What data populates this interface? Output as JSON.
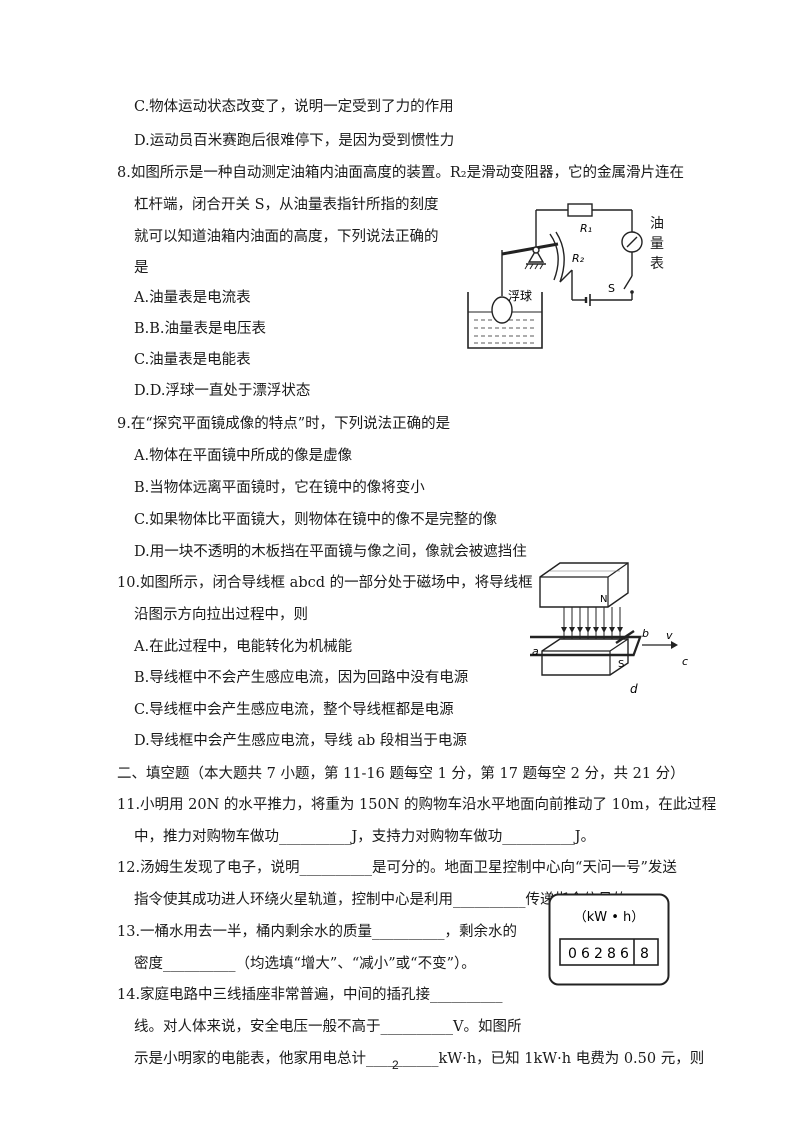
{
  "q7": {
    "c": "C.物体运动状态改变了，说明一定受到了力的作用",
    "d": "D.运动员百米赛跑后很难停下，是因为受到惯性力"
  },
  "q8": {
    "stem1": "8.如图所示是一种自动测定油箱内油面高度的装置。R₂是滑动变阻器，它的金属滑片连在",
    "stem2": "杠杆端，闭合开关 S，从油量表指针所指的刻度",
    "stem3": "就可以知道油箱内油面的高度，下列说法正确的",
    "stem4": "是",
    "a": "A.油量表是电流表",
    "b": "B.B.油量表是电压表",
    "c": "C.油量表是电能表",
    "d": "D.D.浮球一直处于漂浮状态",
    "figure": {
      "r1": "R₁",
      "r2": "R₂",
      "ball": "浮球",
      "gauge": "油量表",
      "switch": "S"
    }
  },
  "q9": {
    "stem": "9.在“探究平面镜成像的特点”时，下列说法正确的是",
    "a": "A.物体在平面镜中所成的像是虚像",
    "b": "B.当物体远离平面镜时，它在镜中的像将变小",
    "c": "C.如果物体比平面镜大，则物体在镜中的像不是完整的像",
    "d": "D.用一块不透明的木板挡在平面镜与像之间，像就会被遮挡住"
  },
  "q10": {
    "stem1": "10.如图所示，闭合导线框 abcd 的一部分处于磁场中，将导线框",
    "stem2": "沿图示方向拉出过程中，则",
    "a": "A.在此过程中，电能转化为机械能",
    "b": "B.导线框中不会产生感应电流，因为回路中没有电源",
    "c": "C.导线框中会产生感应电流，整个导线框都是电源",
    "d": "D.导线框中会产生感应电流，导线 ab 段相当于电源",
    "figure": {
      "n": "N",
      "s": "S",
      "a": "a",
      "b": "b",
      "c": "c",
      "d": "d",
      "v": "v"
    }
  },
  "section2": "二、填空题（本大题共 7 小题，第 11-16 题每空 1 分，第 17 题每空 2 分，共 21 分）",
  "q11": {
    "line1": "11.小明用 20N 的水平推力，将重为 150N 的购物车沿水平地面向前推动了 10m，在此过程",
    "line2": "中，推力对购物车做功__________J，支持力对购物车做功__________J。"
  },
  "q12": {
    "line1": "12.汤姆生发现了电子，说明__________是可分的。地面卫星控制中心向“天问一号”发送",
    "line2": "指令使其成功进人环绕火星轨道，控制中心是利用__________传递指令信号的。"
  },
  "q13": {
    "line1": "13.一桶水用去一半，桶内剩余水的质量__________，剩余水的",
    "line2": "密度__________（均选填“增大”、“减小”或“不变”）。"
  },
  "q14": {
    "line1": "14.家庭电路中三线插座非常普遍，中间的插孔接__________",
    "line2": "线。对人体来说，安全电压一般不高于__________V。如图所",
    "line3": "示是小明家的电能表，他家用电总计__________kW·h，已知 1kW·h 电费为 0.50 元，则"
  },
  "meter": {
    "unit": "（kW • h）",
    "digits": [
      "0",
      "6",
      "2",
      "8",
      "6"
    ],
    "decimal": "8"
  },
  "page_number": "2"
}
